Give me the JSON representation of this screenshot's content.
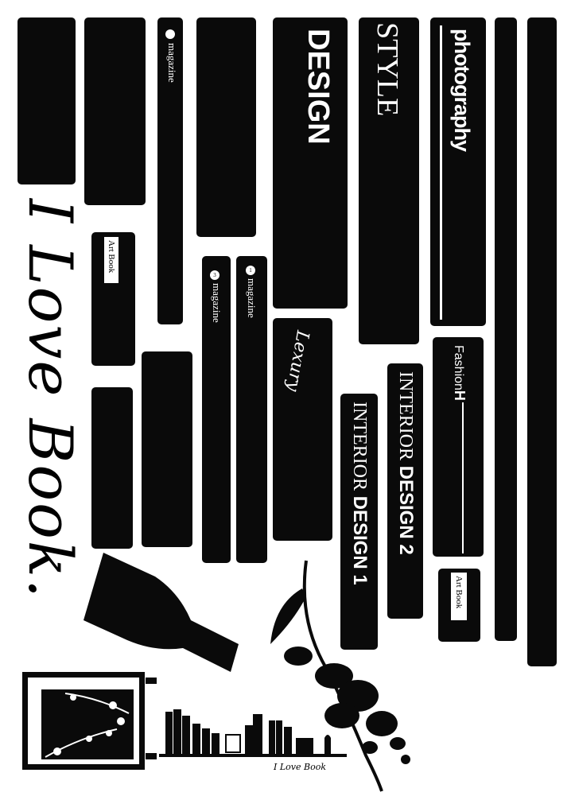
{
  "headline": "I Love Book.",
  "books": {
    "magazine_top": "magazine",
    "design": "DESIGN",
    "style": "STYLE",
    "photography": "photography",
    "art_book_left": "Art Book",
    "magazine_3_num": "3",
    "magazine_3": "magazine",
    "magazine_1_num": "1",
    "magazine_1": "magazine",
    "lexury": "Lexury",
    "fashion": "Fashion",
    "fashion_mark": "H",
    "interior_2_a": "INTERIOR",
    "interior_2_b": "DESIGN 2",
    "interior_1_a": "INTERIOR",
    "interior_1_b": "DESIGN 1",
    "art_book_right": "Art Book"
  },
  "shelf_caption": "I Love Book",
  "colors": {
    "ink": "#0a0a0a",
    "background": "#ffffff"
  }
}
